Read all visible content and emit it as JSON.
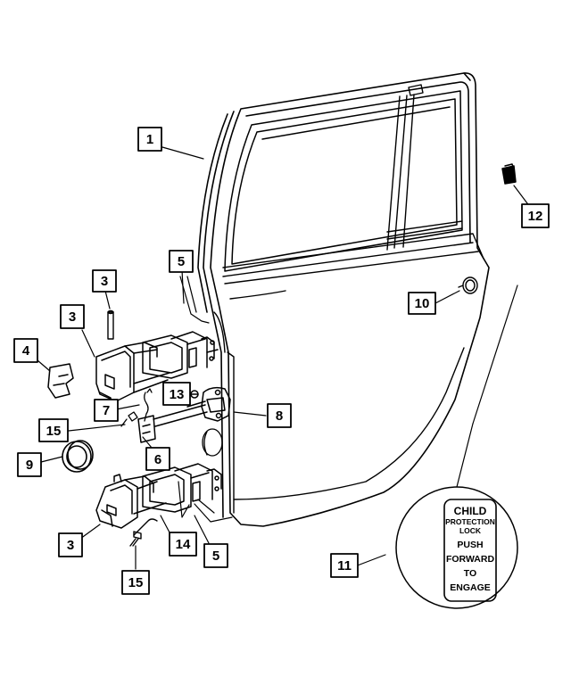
{
  "callouts": [
    "1",
    "3",
    "3",
    "3",
    "4",
    "5",
    "5",
    "6",
    "7",
    "8",
    "9",
    "10",
    "11",
    "12",
    "13",
    "14",
    "15",
    "15"
  ],
  "label": {
    "line1": "CHILD",
    "line2": "PROTECTION",
    "line3": "LOCK",
    "line4": "PUSH",
    "line5": "FORWARD",
    "line6": "TO",
    "line7": "ENGAGE"
  }
}
